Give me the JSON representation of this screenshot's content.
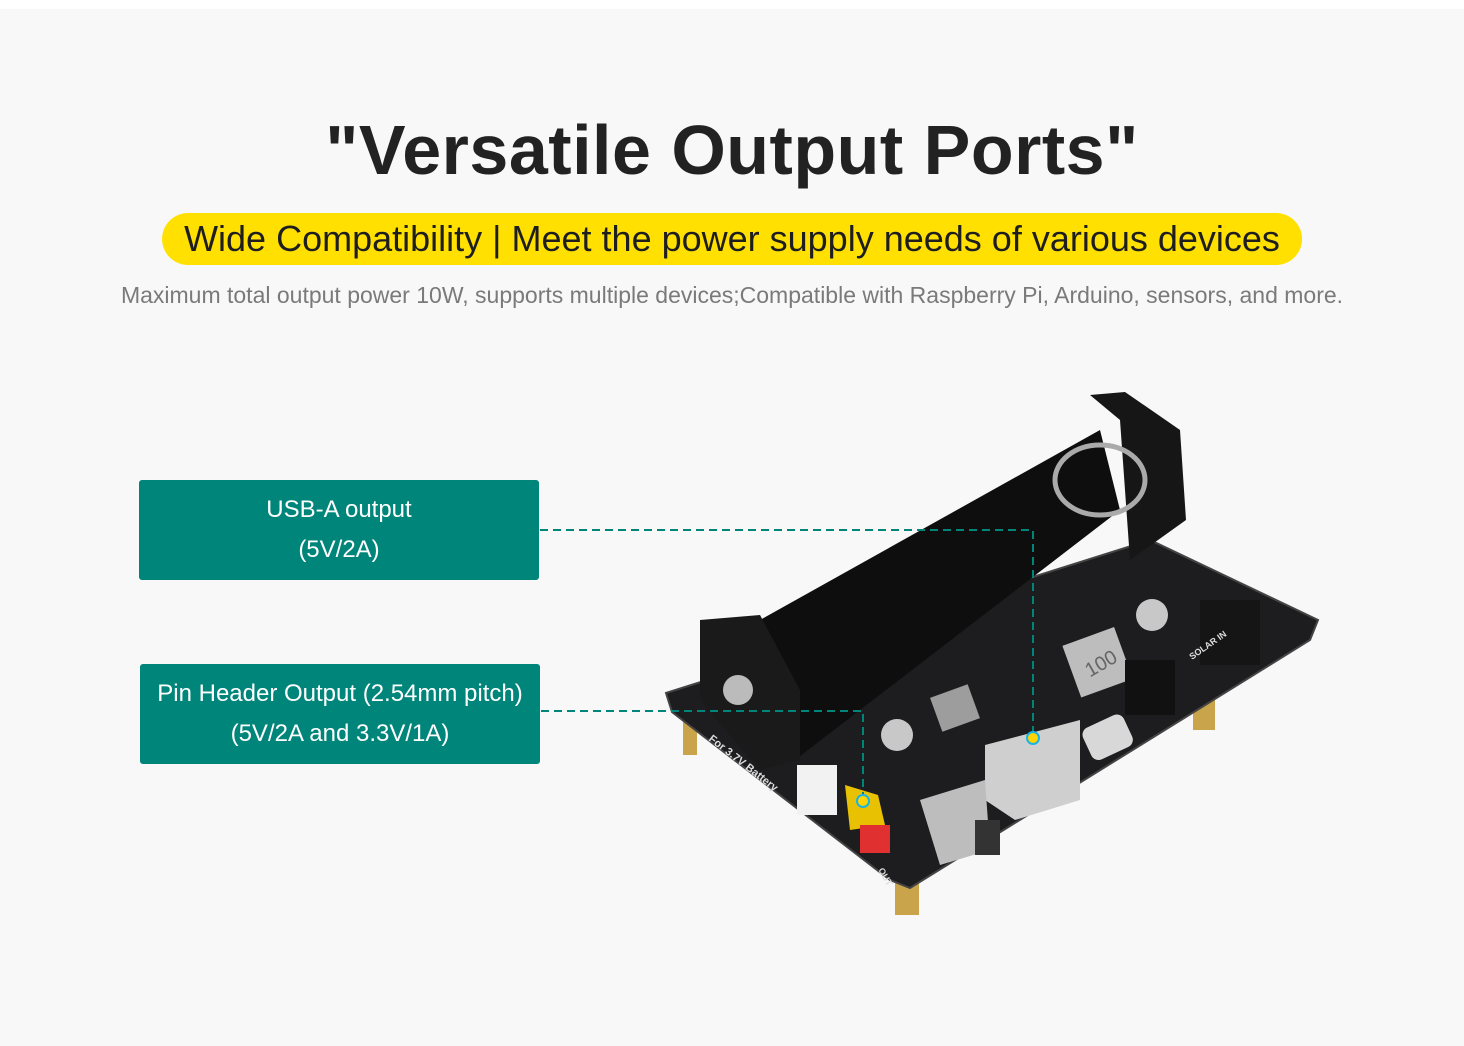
{
  "header": {
    "title": "\"Versatile Output Ports\"",
    "tagline": "Wide Compatibility | Meet the power supply needs of various devices",
    "description": "Maximum total output power 10W, supports multiple devices;Compatible with Raspberry Pi, Arduino, sensors, and more."
  },
  "callouts": [
    {
      "line1": "USB-A output",
      "line2": "(5V/2A)"
    },
    {
      "line1": "Pin Header Output (2.54mm pitch)",
      "line2": "(5V/2A and 3.3V/1A)"
    }
  ],
  "board_labels": {
    "battery": "For 3.7V Battery",
    "solar": "SOLAR IN",
    "out": "OUT",
    "inductor": "100"
  },
  "colors": {
    "accent": "#00857a",
    "highlight": "#ffe000",
    "marker_ring": "#19b4e6"
  }
}
